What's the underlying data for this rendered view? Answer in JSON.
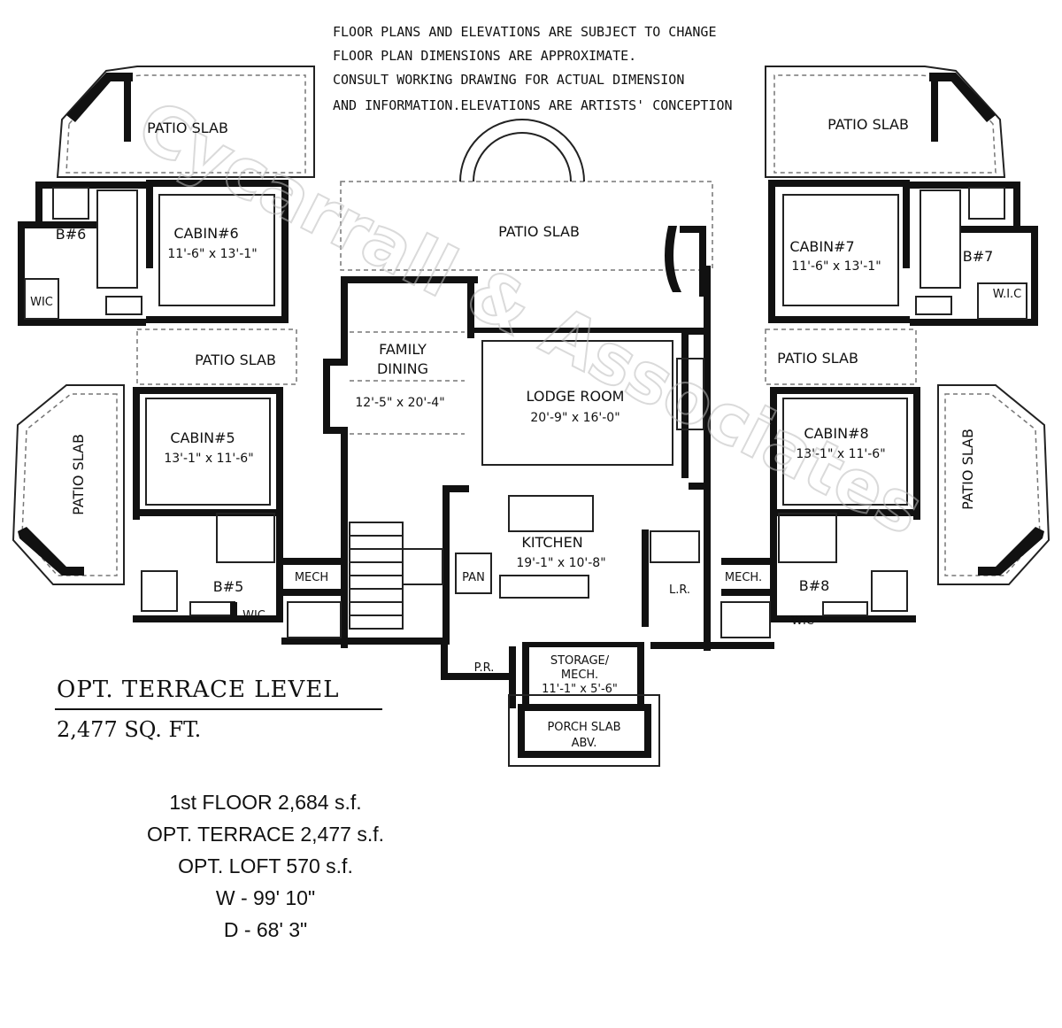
{
  "notes": [
    "FLOOR PLANS AND ELEVATIONS ARE SUBJECT TO CHANGE",
    "FLOOR PLAN DIMENSIONS ARE APPROXIMATE.",
    "CONSULT WORKING DRAWING FOR ACTUAL DIMENSION",
    "AND INFORMATION.ELEVATIONS ARE ARTISTS' CONCEPTION"
  ],
  "watermark": "Cycarrall & Associates",
  "rooms": {
    "patio_cabin6": "PATIO SLAB",
    "patio_cabin7": "PATIO SLAB",
    "patio_center": "PATIO SLAB",
    "patio_left_mid": "PATIO SLAB",
    "patio_right_mid": "PATIO SLAB",
    "patio_left_side": "PATIO SLAB",
    "patio_right_side": "PATIO SLAB",
    "cabin6": {
      "name": "CABIN#6",
      "dim": "11'-6\" x 13'-1\""
    },
    "cabin7": {
      "name": "CABIN#7",
      "dim": "11'-6\" x 13'-1\""
    },
    "cabin5": {
      "name": "CABIN#5",
      "dim": "13'-1\" x 11'-6\""
    },
    "cabin8": {
      "name": "CABIN#8",
      "dim": "13'-1\" x 11'-6\""
    },
    "b6": "B#6",
    "b7": "B#7",
    "b5": "B#5",
    "b8": "B#8",
    "wic6": "WIC",
    "wic7": "W.I.C",
    "wic5": "WIC",
    "wic8": "WIC",
    "family_dining": {
      "line1": "FAMILY",
      "line2": "DINING",
      "dim": "12'-5\" x 20'-4\""
    },
    "lodge_room": {
      "name": "LODGE ROOM",
      "dim": "20'-9\" x 16'-0\""
    },
    "kitchen": {
      "name": "KITCHEN",
      "dim": "19'-1\" x 10'-8\""
    },
    "pan": "PAN",
    "mech_left": "MECH",
    "mech_right": "MECH.",
    "lr": "L.R.",
    "pr": "P.R.",
    "storage": {
      "line1": "STORAGE/",
      "line2": "MECH.",
      "dim": "11'-1\" x 5'-6\""
    },
    "porch": {
      "line1": "PORCH SLAB",
      "line2": "ABV."
    }
  },
  "terrace": {
    "title": "OPT.  TERRACE  LEVEL",
    "sqft": "2,477  SQ. FT."
  },
  "stats": [
    "1st FLOOR  2,684 s.f.",
    "OPT. TERRACE  2,477 s.f.",
    "OPT. LOFT  570 s.f.",
    "W - 99' 10\"",
    "D - 68'  3\""
  ]
}
